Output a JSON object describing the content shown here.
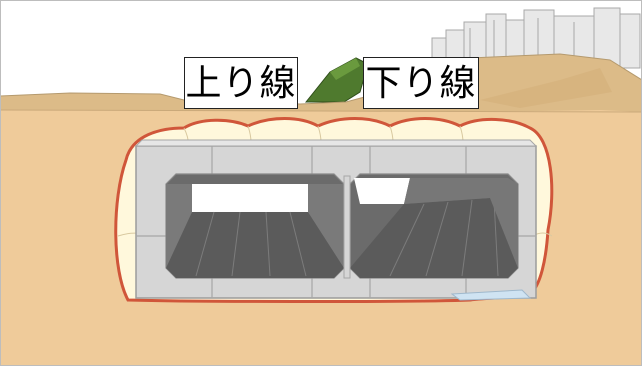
{
  "labels": {
    "up_line": "上り線",
    "down_line": "下り線"
  },
  "colors": {
    "soil": "#efcb9a",
    "ground_surface": "#dfbe8b",
    "sky": "#ffffff",
    "concrete": "#d6d6d6",
    "concrete_edge": "#9c9c9c",
    "tunnel_interior": "#6b6b6b",
    "tunnel_floor": "#5e5e5e",
    "backfill": "#fff8dc",
    "boundary_line": "#d0563a",
    "green_slope": "#4f7a2e",
    "buildings": "#e6e6e6",
    "water": "#cfe3f2"
  },
  "icons": {
    "scene": "twin-box-culvert-cross-section"
  }
}
